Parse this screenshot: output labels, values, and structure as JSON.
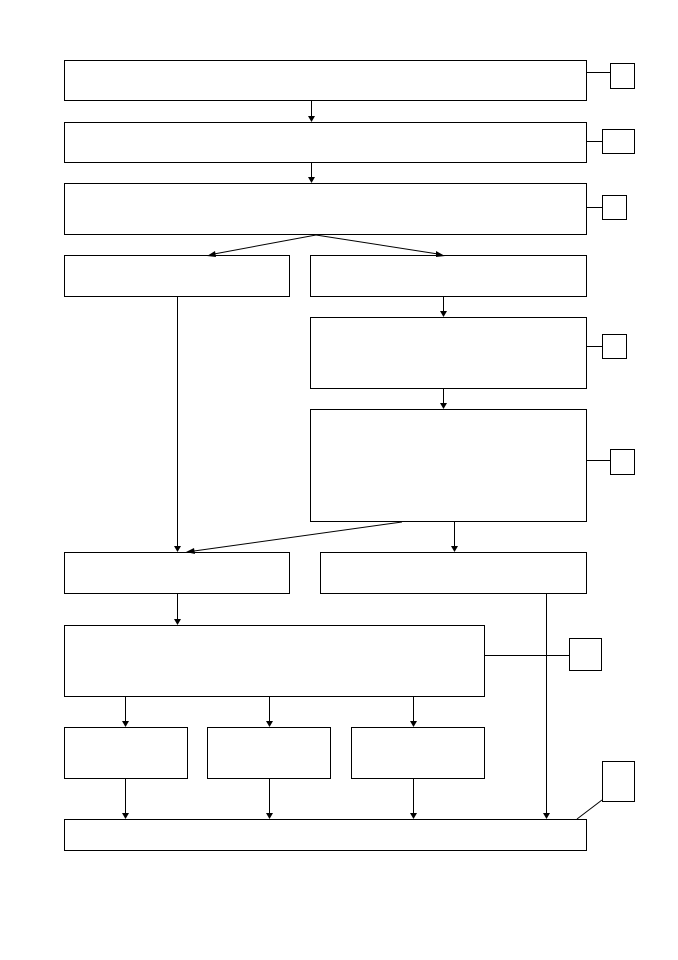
{
  "diagram": {
    "type": "flowchart",
    "colors": {
      "stroke": "#000000",
      "background": "#ffffff"
    },
    "box_count": 15,
    "label_box_count": 8,
    "note": ""
  }
}
